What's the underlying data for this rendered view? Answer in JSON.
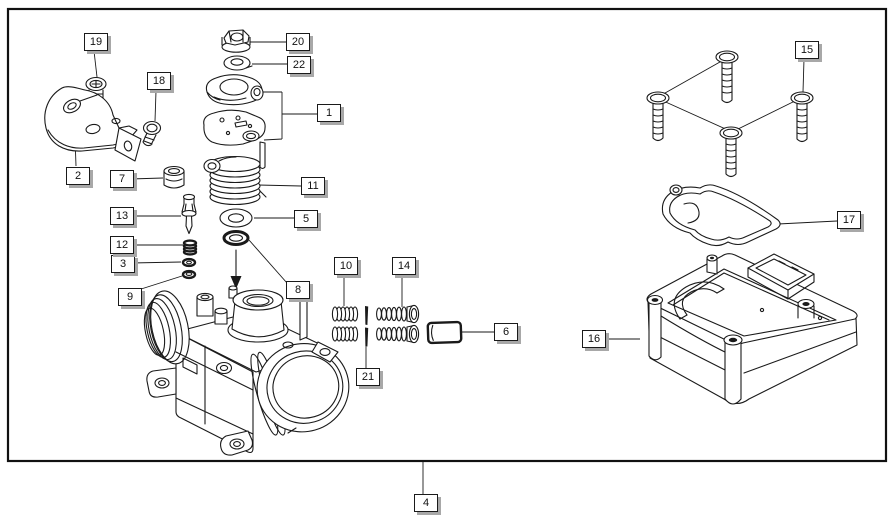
{
  "diagram": {
    "type": "exploded-parts-diagram",
    "subject": "carburetor-assembly",
    "callouts": [
      "1",
      "2",
      "3",
      "4",
      "5",
      "6",
      "7",
      "8",
      "9",
      "10",
      "11",
      "12",
      "13",
      "14",
      "15",
      "16",
      "17",
      "18",
      "19",
      "20",
      "21",
      "22"
    ],
    "colors": {
      "line": "#1a1a1a",
      "background": "#ffffff",
      "callout_shadow": "#a8a8a8"
    }
  }
}
